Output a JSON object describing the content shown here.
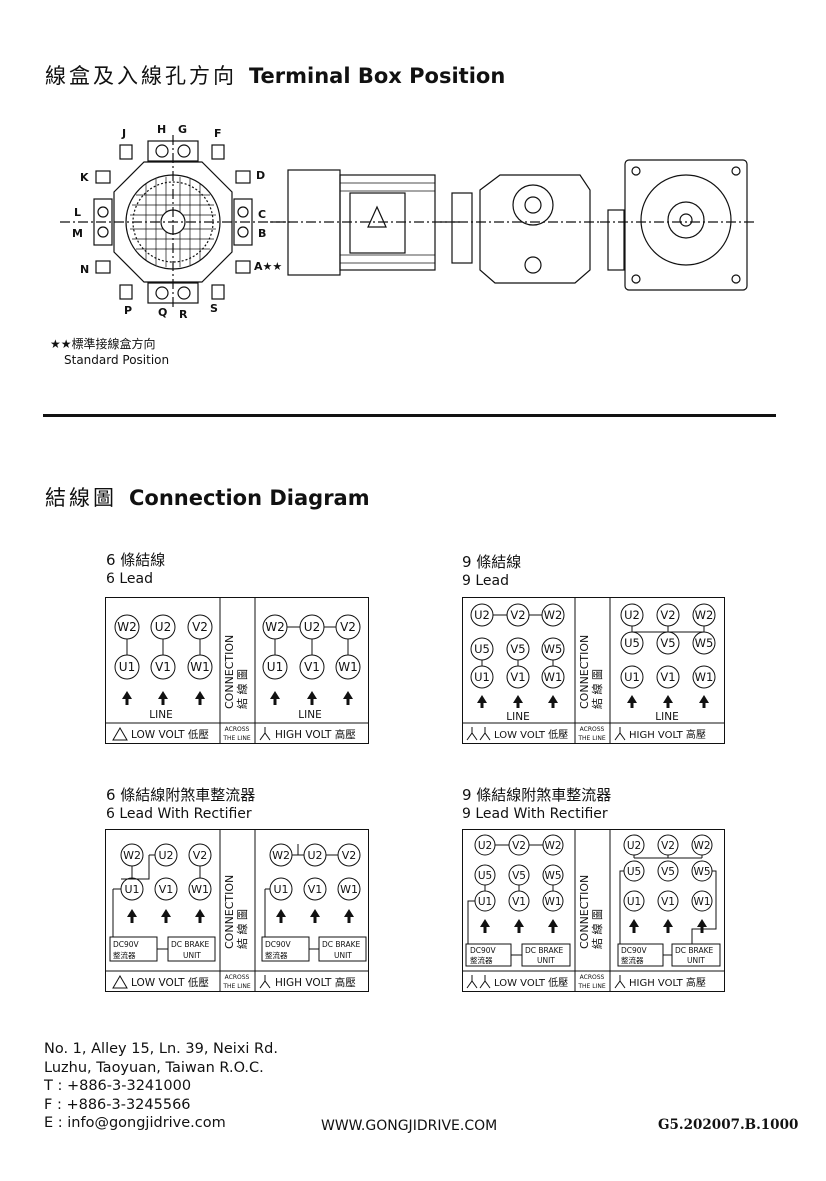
{
  "terminal_box": {
    "title_zh": "線盒及入線孔方向",
    "title_en": "Terminal Box Position",
    "positions": [
      "J",
      "H",
      "G",
      "F",
      "K",
      "D",
      "L",
      "C",
      "M",
      "B",
      "N",
      "A★★",
      "P",
      "Q",
      "R",
      "S"
    ],
    "note_zh": "★★標準接線盒方向",
    "note_en": "Standard Position"
  },
  "connection": {
    "title_zh": "結線圖",
    "title_en": "Connection Diagram",
    "center_label_en": "CONNECTION",
    "center_label_zh": "結 線 圖",
    "across_line": [
      "ACROSS",
      "THE LINE"
    ],
    "line_label": "LINE",
    "low_volt": "LOW VOLT 低壓",
    "high_volt": "HIGH VOLT 高壓",
    "dc90v": "DC90V",
    "rectifier_zh": "整流器",
    "dc_brake": "DC BRAKE",
    "unit": "UNIT",
    "six_lead": {
      "zh": "6 條結線",
      "en": "6 Lead",
      "low_top": [
        "W2",
        "U2",
        "V2"
      ],
      "low_bottom": [
        "U1",
        "V1",
        "W1"
      ],
      "high_top": [
        "W2",
        "U2",
        "V2"
      ],
      "high_bottom": [
        "U1",
        "V1",
        "W1"
      ]
    },
    "nine_lead": {
      "zh": "9 條結線",
      "en": "9 Lead",
      "low_row1": [
        "U2",
        "V2",
        "W2"
      ],
      "low_row2": [
        "U5",
        "V5",
        "W5"
      ],
      "low_row3": [
        "U1",
        "V1",
        "W1"
      ],
      "high_row1": [
        "U2",
        "V2",
        "W2"
      ],
      "high_row2": [
        "U5",
        "V5",
        "W5"
      ],
      "high_row3": [
        "U1",
        "V1",
        "W1"
      ]
    },
    "six_lead_rect": {
      "zh": "6 條結線附煞車整流器",
      "en": "6 Lead With Rectifier"
    },
    "nine_lead_rect": {
      "zh": "9 條結線附煞車整流器",
      "en": "9 Lead With Rectifier"
    }
  },
  "footer": {
    "address_lines": [
      "No. 1, Alley 15, Ln. 39, Neixi Rd.",
      "Luzhu, Taoyuan, Taiwan R.O.C."
    ],
    "tel": "T : +886-3-3241000",
    "fax": "F : +886-3-3245566",
    "email": "E : info@gongjidrive.com",
    "website": "WWW.GONGJIDRIVE.COM",
    "doc_code": "G5.202007.B.1000"
  }
}
